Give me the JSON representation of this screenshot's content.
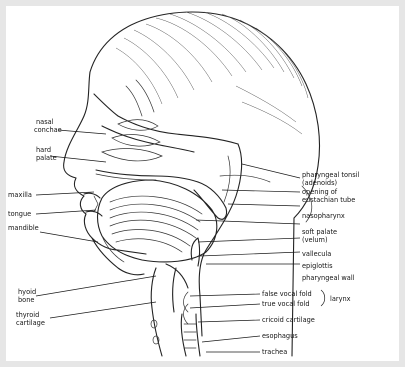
{
  "diagram": {
    "labels": {
      "nasal_conchae": [
        "nasal",
        "conchae"
      ],
      "hard_palate": [
        "hard",
        "palate"
      ],
      "maxilla": "maxilla",
      "tongue": "tongue",
      "mandible": "mandible",
      "hyoid_bone": [
        "hyoid",
        "bone"
      ],
      "thyroid_cartilage": [
        "thyroid",
        "cartilage"
      ],
      "pharyngeal_tonsil": [
        "pharyngeal tonsil",
        "(adenoids)"
      ],
      "opening_eustachian": [
        "opening of",
        "eustachian tube"
      ],
      "nasopharynx": "nasopharynx",
      "soft_palate": [
        "soft palate",
        "(velum)"
      ],
      "vallecula": "vallecula",
      "epiglottis": "epiglottis",
      "pharyngeal_wall": "pharyngeal wall",
      "false_vocal_fold": "false vocal fold",
      "true_vocal_fold": "true vocal fold",
      "larynx": "larynx",
      "cricoid_cartilage": "cricoid cartilage",
      "esophagus": "esophagus",
      "trachea": "trachea"
    }
  }
}
